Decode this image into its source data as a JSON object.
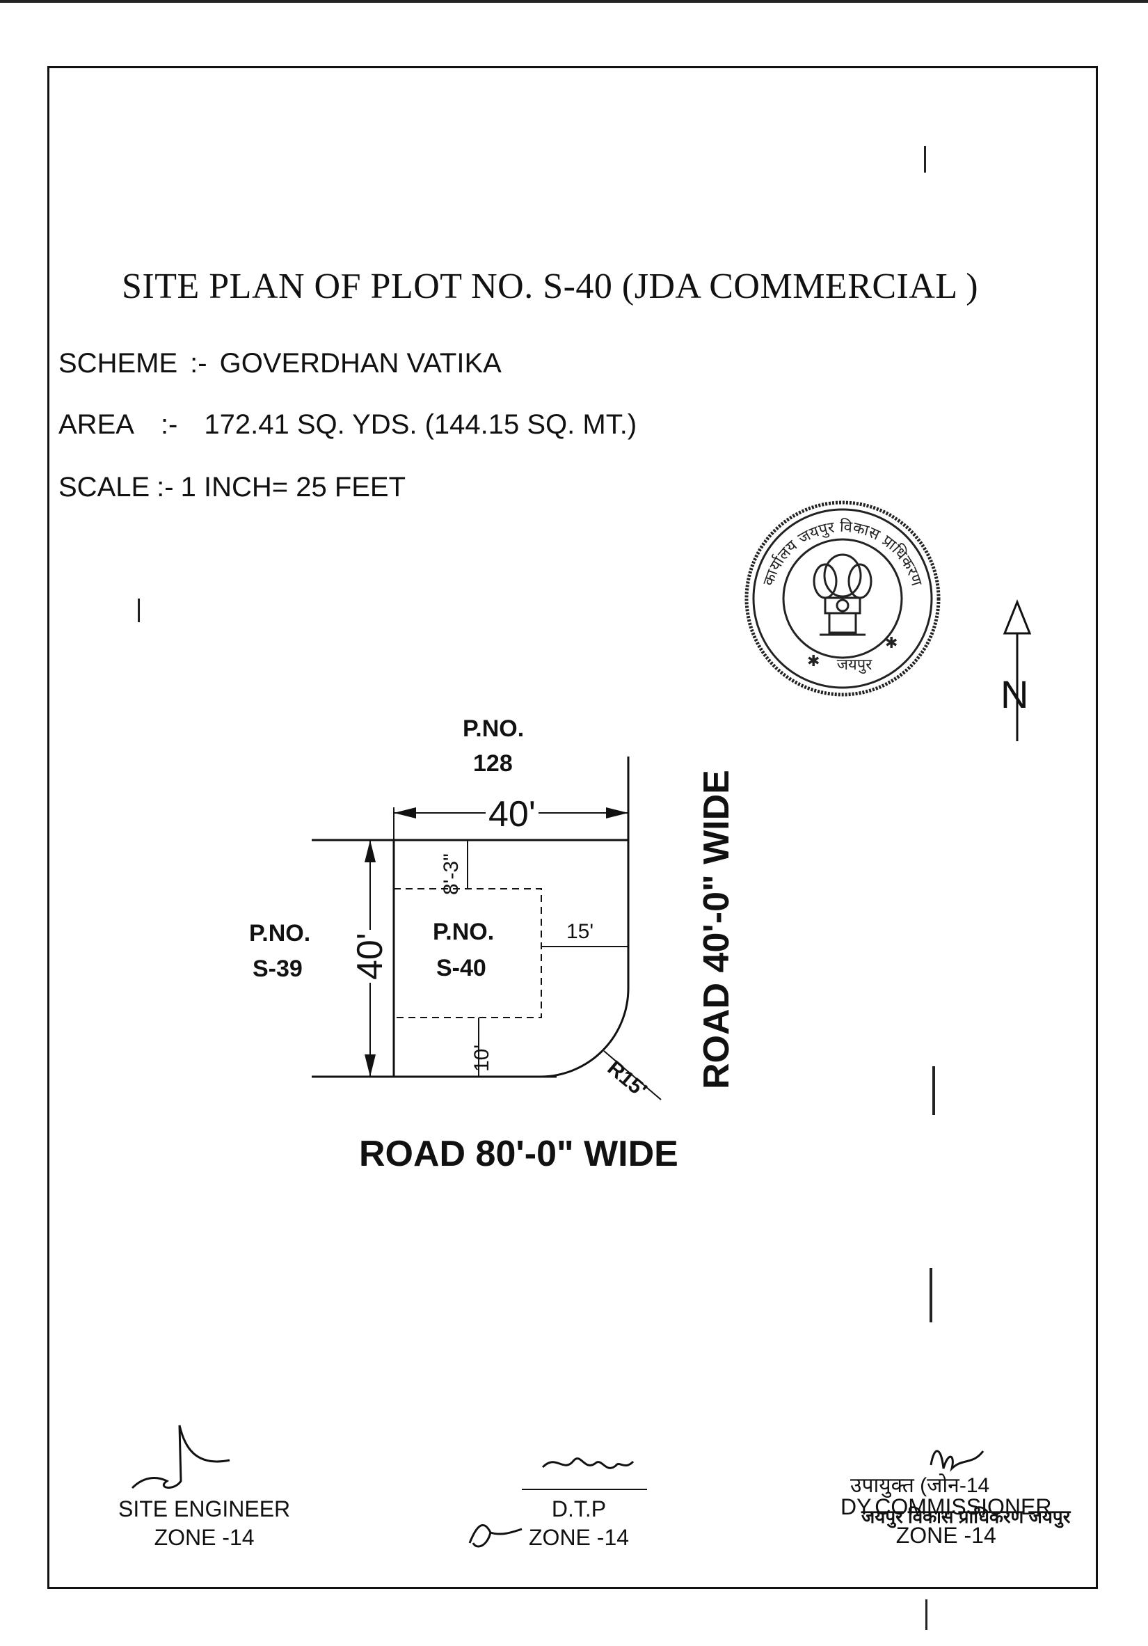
{
  "title": "SITE PLAN OF PLOT NO. S-40 (JDA COMMERCIAL )",
  "info": {
    "scheme_label": "SCHEME",
    "scheme_sep": ":-",
    "scheme_value": "GOVERDHAN VATIKA",
    "area_label": "AREA",
    "area_sep": ":-",
    "area_value": "172.41 SQ. YDS. (144.15 SQ. MT.)",
    "scale_label": "SCALE",
    "scale_sep": ":-",
    "scale_value": "1 INCH= 25 FEET"
  },
  "plan": {
    "north_plot_line1": "P.NO.",
    "north_plot_line2": "128",
    "west_plot_line1": "P.NO.",
    "west_plot_line2": "S-39",
    "subject_plot_line1": "P.NO.",
    "subject_plot_line2": "S-40",
    "dim_width": "40'",
    "dim_depth": "40'",
    "setback_front": "8'-3\"",
    "setback_side": "15'",
    "setback_rear": "10'",
    "corner_radius": "R15'",
    "road_south": "ROAD 80'-0\"  WIDE",
    "road_east": "ROAD 40'-0\"  WIDE",
    "north_mark": "N"
  },
  "seal": {
    "outer_text": "कार्यालय जयपुर विकास प्राधिकरण",
    "bottom_text": "जयपुर"
  },
  "signatures": {
    "site_engineer_line1": "SITE ENGINEER",
    "site_engineer_line2": "ZONE -14",
    "dtp_line1": "D.T.P",
    "dtp_line2": "ZONE -14",
    "dy_commissioner_line1": "DY.COMMISSIONER",
    "dy_commissioner_line2": "ZONE -14",
    "stamp_line1": "उपायुक्त (जोन-14",
    "stamp_line2": "जयपुर विकास प्राधिकरण जयपुर"
  },
  "colors": {
    "ink": "#111111",
    "paper": "#ffffff"
  }
}
